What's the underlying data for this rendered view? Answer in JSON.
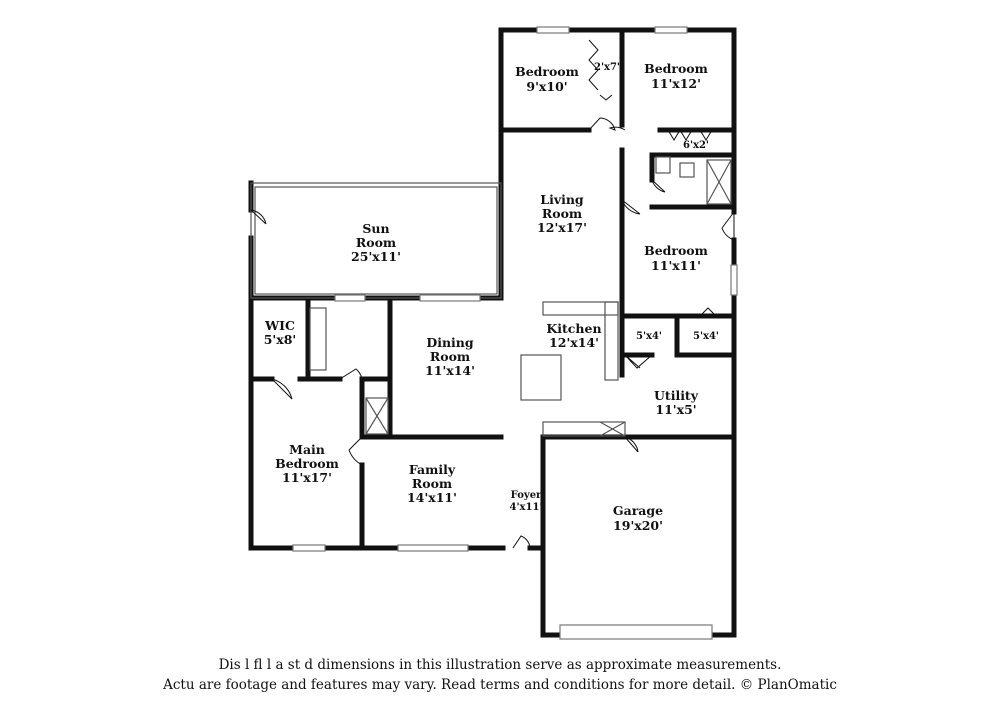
{
  "rooms": {
    "bedroom_a": {
      "name": "Bedroom",
      "size": "9'x10'"
    },
    "bedroom_b": {
      "name": "Bedroom",
      "size": "11'x12'"
    },
    "closet_a": {
      "size": "2'x7'"
    },
    "closet_b": {
      "size": "6'x2'"
    },
    "living": {
      "name": "Living",
      "name2": "Room",
      "size": "12'x17'"
    },
    "sun": {
      "name": "Sun",
      "name2": "Room",
      "size": "25'x11'"
    },
    "bedroom_c": {
      "name": "Bedroom",
      "size": "11'x11'"
    },
    "wic": {
      "name": "WIC",
      "size": "5'x8'"
    },
    "dining": {
      "name": "Dining",
      "name2": "Room",
      "size": "11'x14'"
    },
    "kitchen": {
      "name": "Kitchen",
      "size": "12'x14'"
    },
    "closet_c": {
      "size": "5'x4'"
    },
    "closet_d": {
      "size": "5'x4'"
    },
    "utility": {
      "name": "Utility",
      "size": "11'x5'"
    },
    "main_bedroom": {
      "name": "Main",
      "name2": "Bedroom",
      "size": "11'x17'"
    },
    "family": {
      "name": "Family",
      "name2": "Room",
      "size": "14'x11'"
    },
    "foyer": {
      "name": "Foyer",
      "size": "4'x11'"
    },
    "garage": {
      "name": "Garage",
      "size": "19'x20'"
    }
  },
  "disclaimer": {
    "line1": "Dis        l   fl    l  a    st    d dimensions in this illustration serve as approximate measurements.",
    "line2": "Actu    are footage and features may vary. Read terms and conditions for more detail. © PlanOmatic"
  },
  "colors": {
    "wall": "#111111",
    "thin": "#555555",
    "window": "#999999"
  }
}
